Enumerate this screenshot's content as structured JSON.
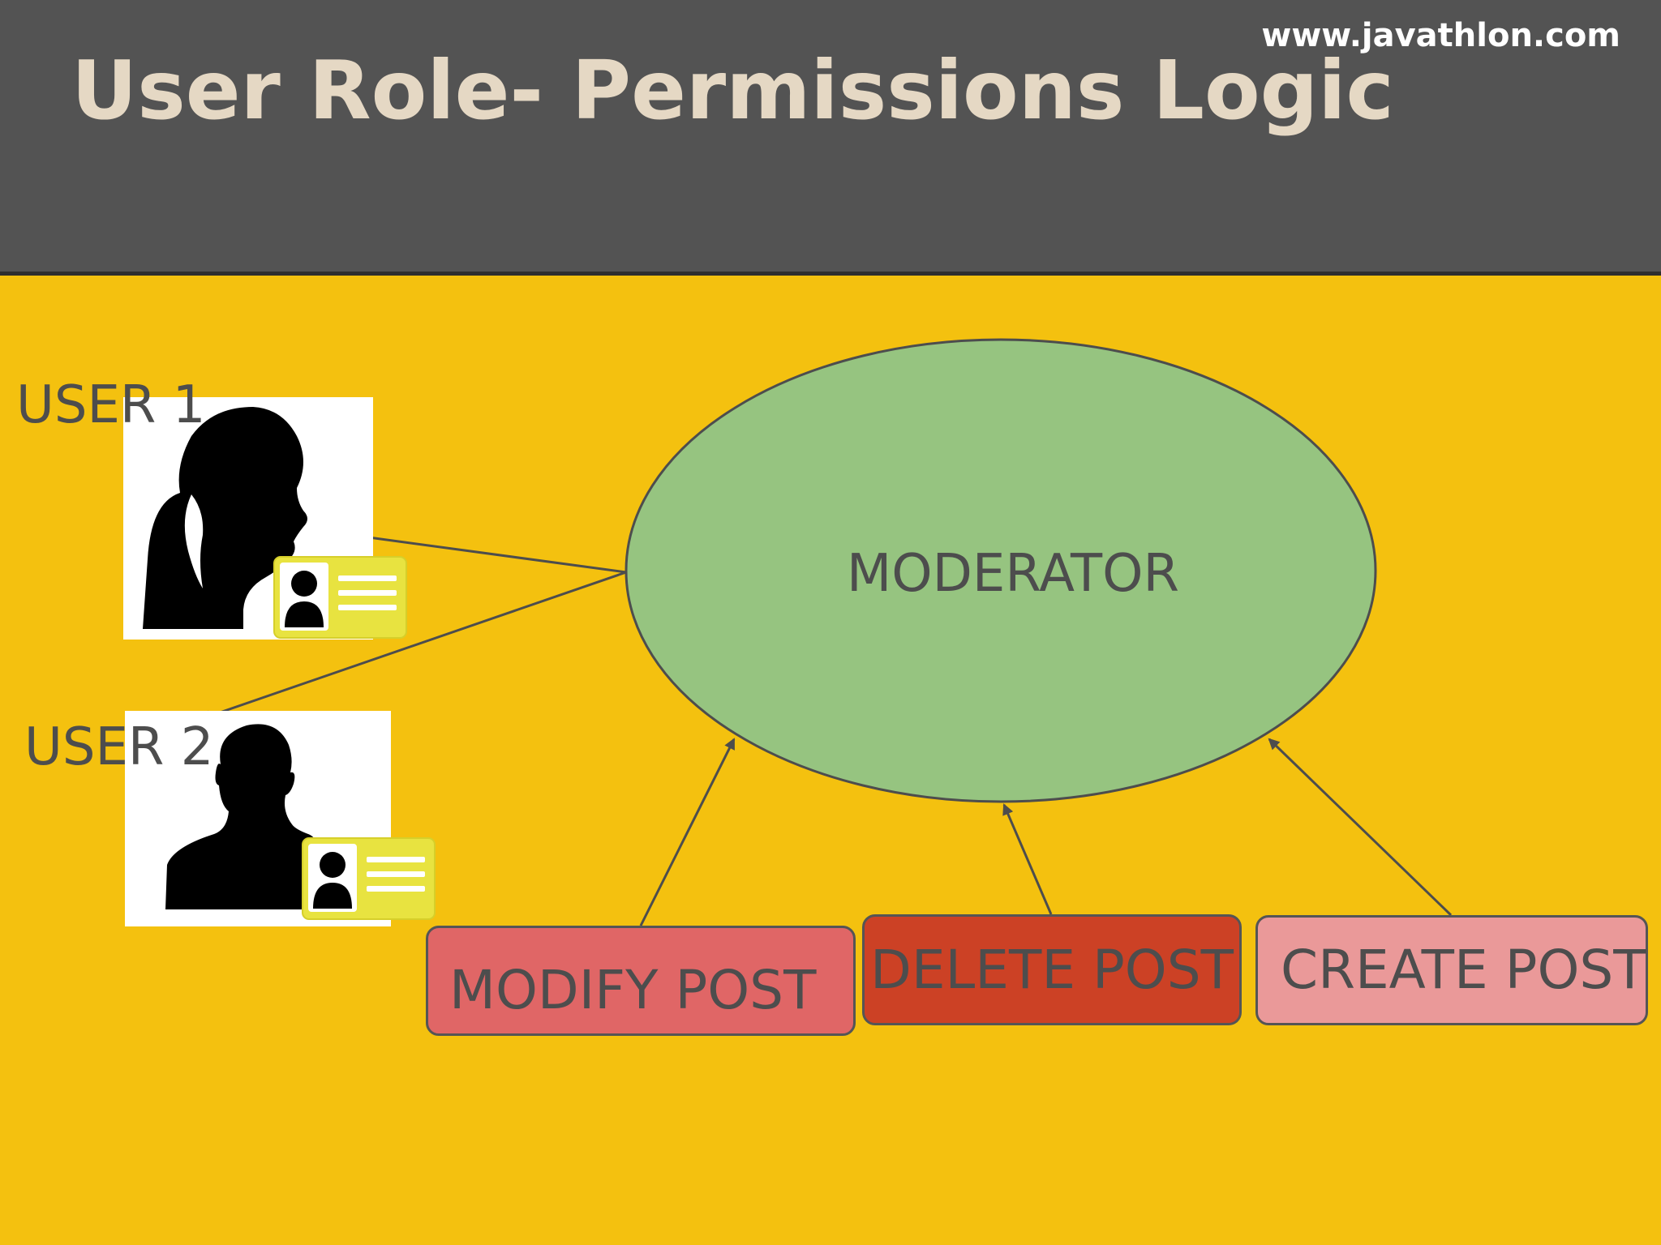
{
  "header": {
    "title": "User Role- Permissions Logic",
    "url": "www.javathlon.com"
  },
  "users": [
    {
      "label": "USER 1",
      "icon": "female-silhouette-icon"
    },
    {
      "label": "USER 2",
      "icon": "male-silhouette-icon"
    }
  ],
  "role": {
    "label": "MODERATOR"
  },
  "permissions": [
    {
      "label": "MODIFY POST"
    },
    {
      "label": "DELETE POST"
    },
    {
      "label": "CREATE POST"
    }
  ],
  "colors": {
    "header_bg": "#535353",
    "header_rule": "#2e2e2e",
    "title_text": "#e5d8c4",
    "url_text": "#ffffff",
    "background": "#f4c10f",
    "text_dark": "#4d4d4d",
    "moderator_fill": "#96c480",
    "modify_fill": "#e06666",
    "delete_fill": "#cc4125",
    "create_fill": "#ea9999",
    "idcard_fill": "#e8e340",
    "silhouette": "#000000",
    "arrow": "#4d4d4d"
  }
}
